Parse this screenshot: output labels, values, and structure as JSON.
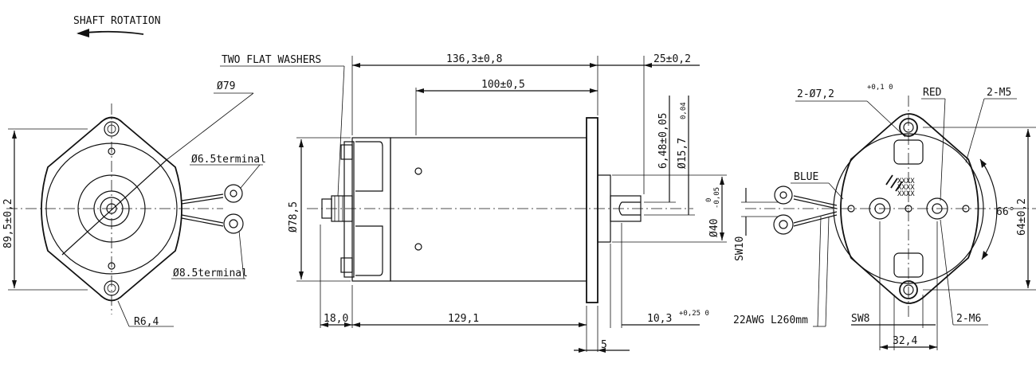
{
  "header": {
    "shaft_rotation_label": "SHAFT ROTATION"
  },
  "labels": {
    "two_flat_washers": "TWO FLAT WASHERS",
    "dim_overall_length": "136,3±0,8",
    "dim_25": "25±0,2",
    "dim_100": "100±0,5",
    "dim_6_48": "6,48±0,05",
    "dim_d15_7": "Ø15,7",
    "dim_d15_7_tol": "0,04",
    "dim_d40": "Ø40",
    "dim_d40_tol_up": "0",
    "dim_d40_tol_low": "-0,05",
    "dim_d78_5": "Ø78,5",
    "dim_d79": "Ø79",
    "dim_89_5": "89,5±0,2",
    "terminal_6_5": "Ø6.5terminal",
    "terminal_8_5": "Ø8.5terminal",
    "r6_4": "R6,4",
    "dim_18": "18,0",
    "dim_129_1": "129,1",
    "dim_10_3": "10,3",
    "dim_10_3_tol": "+0,25 0",
    "dim_5": "5",
    "sw10": "SW10",
    "mount_holes": "2-Ø7,2",
    "mount_holes_tol": "+0,1 0",
    "red": "RED",
    "m5": "2-M5",
    "blue": "BLUE",
    "dim_64": "64±0,2",
    "angle_66": "66°",
    "awg": "22AWG L260mm",
    "sw8": "SW8",
    "m6": "2-M6",
    "dim_32_4": "32,4",
    "marking": "XXXX"
  }
}
